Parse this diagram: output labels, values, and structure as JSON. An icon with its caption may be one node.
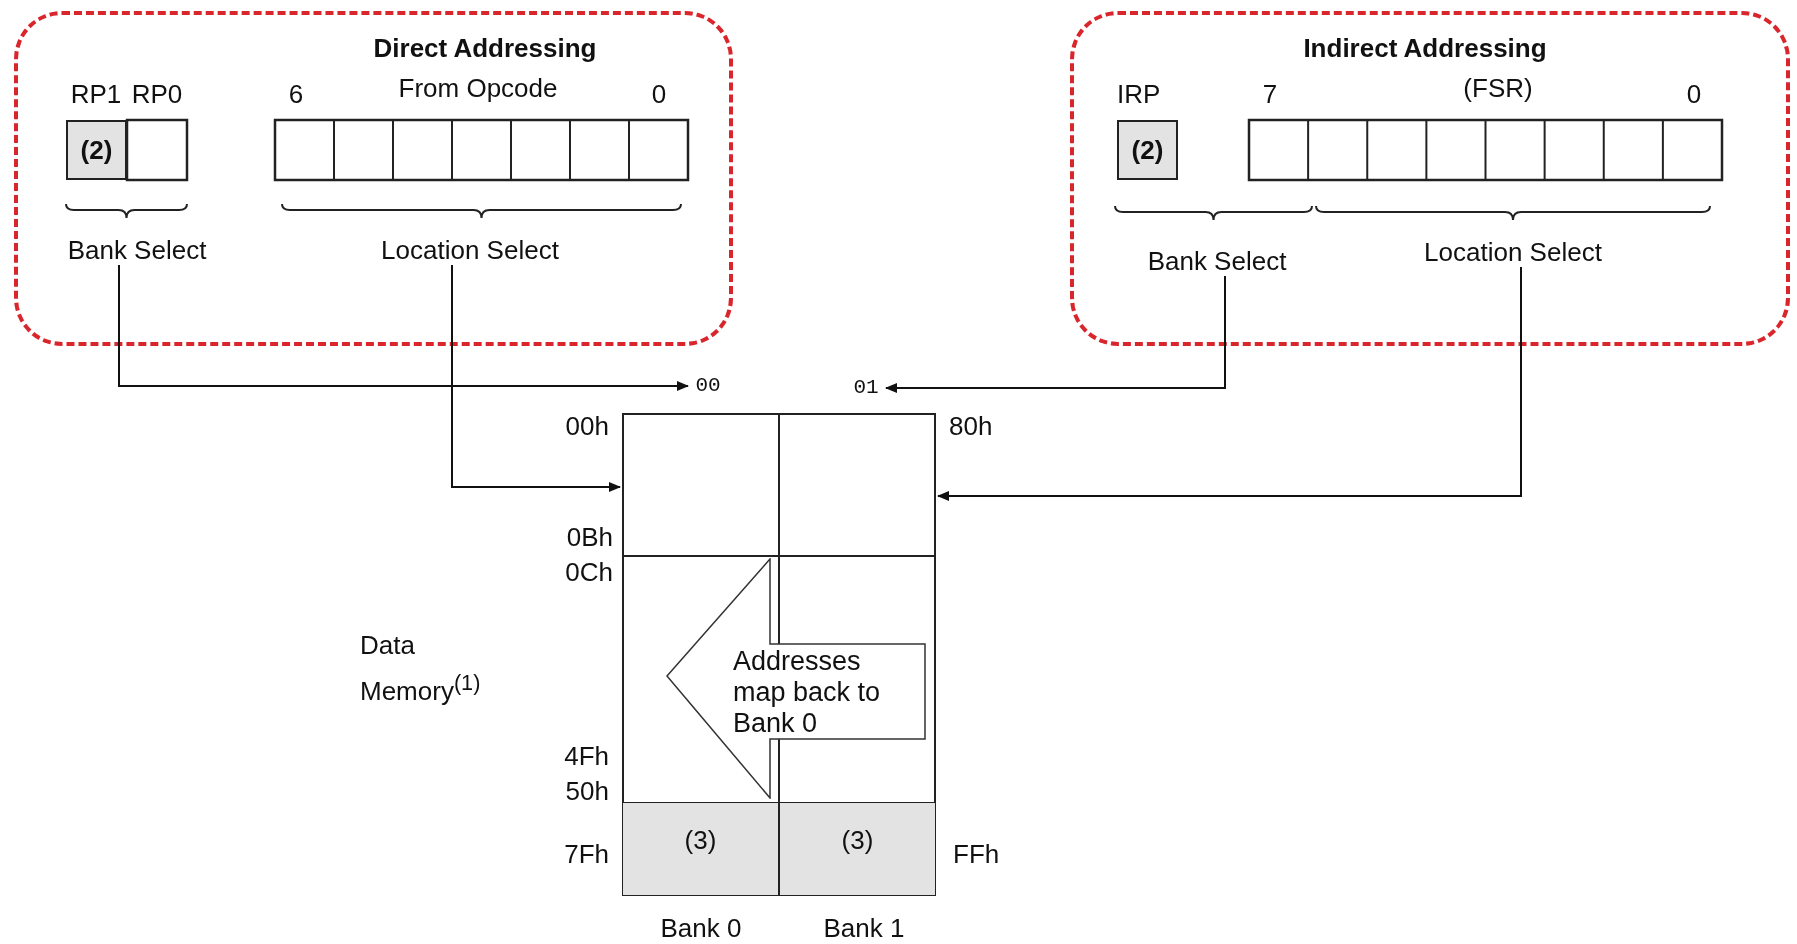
{
  "diagram": {
    "nodes": [
      {
        "text": [
          "Direct Addressing"
        ]
      },
      {
        "text": [
          "(2)"
        ],
        "in": 0
      },
      {
        "text": [
          "Bank Select"
        ],
        "in": 0
      },
      {
        "text": [
          "Location Select"
        ],
        "in": 0
      },
      {
        "text": [
          "Indirect Addressing"
        ]
      },
      {
        "text": [
          "(2)"
        ],
        "in": 4
      },
      {
        "text": [
          "Bank Select"
        ],
        "in": 4
      },
      {
        "text": [
          "Location Select"
        ],
        "in": 4
      },
      {
        "text": [
          "00"
        ]
      },
      {
        "text": [
          "01"
        ]
      },
      {
        "text": [],
        "shape": "box"
      },
      {
        "text": [
          "Addresses map back to Bank 0"
        ],
        "in": 10
      },
      {
        "text": [
          "(3)"
        ],
        "in": 10
      },
      {
        "text": [
          "(3)"
        ],
        "in": 10
      }
    ],
    "edges": [
      {
        "from": 2,
        "to": 8,
        "arrow": "to"
      },
      {
        "from": 6,
        "to": 9,
        "arrow": "to"
      },
      {
        "from": 3,
        "to": 10,
        "arrow": "to"
      },
      {
        "from": 7,
        "to": 10,
        "arrow": "to"
      }
    ],
    "labels": [
      "RP1",
      "RP0",
      "6",
      "From Opcode",
      "0",
      "IRP",
      "7",
      "(FSR)",
      "0",
      "00h",
      "80h",
      "0Bh",
      "0Ch",
      "Data Memory$^{(1)}$",
      "4Fh",
      "50h",
      "7Fh",
      "FFh",
      "Bank 0",
      "Bank 1"
    ]
  }
}
